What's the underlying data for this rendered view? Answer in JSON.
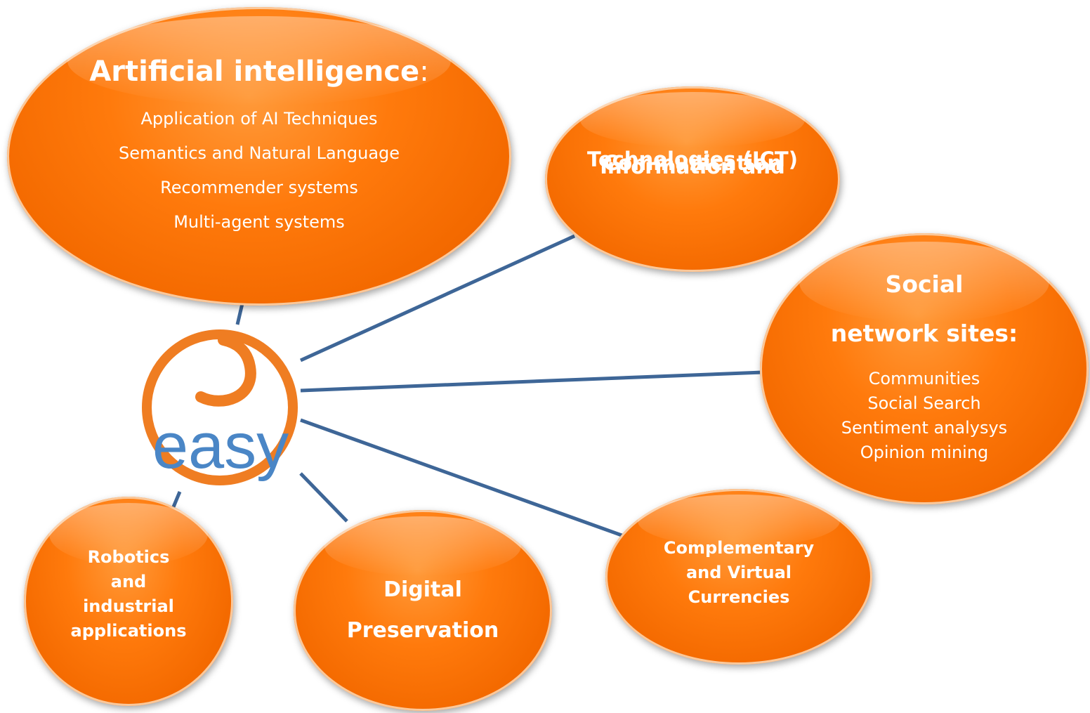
{
  "colors": {
    "bubble": "#f46a00",
    "bubble_highlight": "#ff9a3a",
    "connector": "#3e6697",
    "logo_ring": "#ef7d22",
    "logo_text": "#4a86c6",
    "text": "#ffffff"
  },
  "logo": {
    "text": "easy"
  },
  "ai": {
    "title": "Artificial intelligence",
    "title_suffix": ":",
    "items": [
      "Application of AI Techniques",
      "Semantics and Natural Language",
      "Recommender systems",
      "Multi-agent systems"
    ]
  },
  "ict": {
    "lines": [
      "Information and",
      "Communication",
      "Technologies (ICT)"
    ]
  },
  "social": {
    "lines": [
      "Social",
      "network sites:"
    ],
    "items": [
      "Communities",
      "Social Search",
      "Sentiment analysys",
      "Opinion mining"
    ]
  },
  "robotics": {
    "lines": [
      "Robotics",
      "and",
      "industrial",
      "applications"
    ]
  },
  "digital": {
    "lines": [
      "Digital",
      "Preservation"
    ]
  },
  "currencies": {
    "lines": [
      "Complementary",
      "and Virtual",
      "Currencies"
    ]
  }
}
